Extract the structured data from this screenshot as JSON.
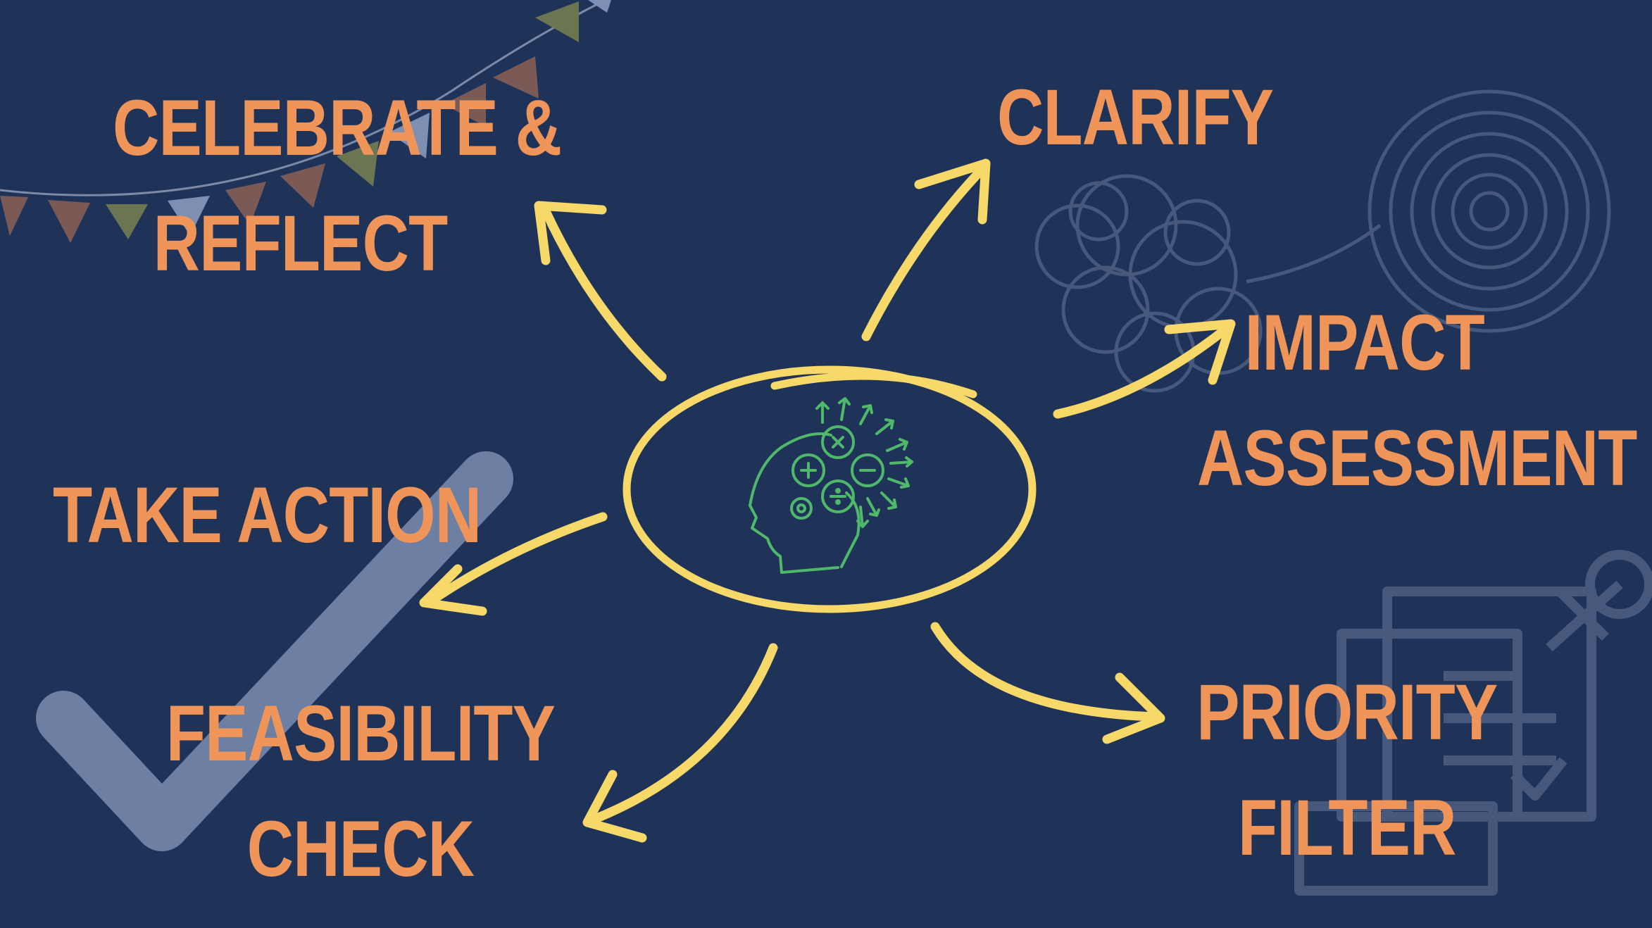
{
  "colors": {
    "background": "#1f3358",
    "label": "#f0955a",
    "arrow": "#f7d96a",
    "icon": "#4fb86a",
    "decor": "#6d7fa3"
  },
  "center_icon": "head-with-math-symbols-icon",
  "labels": {
    "celebrate_reflect": {
      "line1": "CELEBRATE &",
      "line2": "REFLECT"
    },
    "clarify": {
      "line1": "CLARIFY"
    },
    "impact_assessment": {
      "line1": "IMPACT",
      "line2": "ASSESSMENT"
    },
    "take_action": {
      "line1": "TAKE ACTION"
    },
    "feasibility_check": {
      "line1": "FEASIBILITY",
      "line2": "CHECK"
    },
    "priority_filter": {
      "line1": "PRIORITY",
      "line2": "FILTER"
    }
  }
}
